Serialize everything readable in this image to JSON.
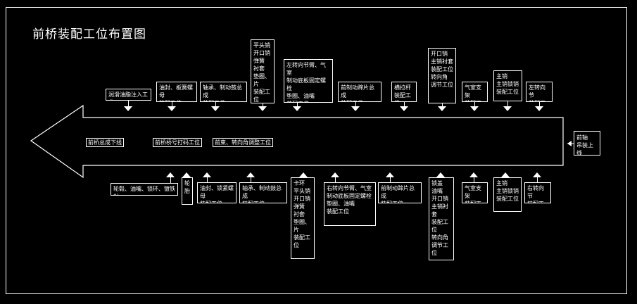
{
  "title": "前桥装配工位布置图",
  "arrow_labels": [
    "前桥总成下线",
    "前桥桥号打码工位",
    "前束、转向角调整工位"
  ],
  "side_box": "前轴\n吊装上线",
  "top_boxes": [
    "润滑油脂注入工位",
    "油封、板簧螺母\n装配工位",
    "轴承、制动鼓总成\n装配工位",
    "平头销\n开口销\n弹簧\n衬套\n垫圈、片\n装配工位",
    "左转向节臂、气室\n制动底板固定螺栓\n垫圈、油嘴\n装配工位",
    "前制动蹄片总成\n装配工位",
    "横拉杆\n装配工位",
    "开口销\n主销衬套\n装配工位\n转向角\n调节工位",
    "气室支架\n装配工位",
    "主销\n主销锁销\n装配工位",
    "左转向节\n装配工位"
  ],
  "bottom_boxes": [
    "轮毂、油嘴、锁环、镀铁封",
    "轮胎",
    "油封、锁紧螺母\n装配工位",
    "轴承、制动鼓总成\n装配工位",
    "卡环\n平头销\n开口销\n弹簧\n衬套\n垫圈、片\n装配工位",
    "右转向节臂、气室\n制动底板固定螺栓\n垫圈、油嘴\n装配工位",
    "前制动蹄片总成\n装配工位",
    "锁盖\n油嘴\n开口销\n主销衬套\n装配工位\n转向角\n调节工位",
    "气室支架\n装配工位",
    "主销\n主销锁销\n装配工位",
    "右转向节\n装配工位"
  ]
}
